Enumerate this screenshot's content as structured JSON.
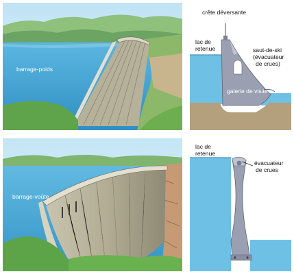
{
  "colors": {
    "sky": "#d3ecf8",
    "water": "#3c9fcf",
    "hills": "#6aa66a",
    "concrete": "#a9a48f",
    "schematic_water": "#6ec0e4",
    "schematic_dam": "#9aa0b2",
    "ground": "#b4a07c"
  },
  "top_left": {
    "label": "barrage-poids"
  },
  "top_right": {
    "crest_label": "crête déversante",
    "reservoir_label_line1": "lac de",
    "reservoir_label_line2": "retenue",
    "ski_jump_line1": "saut-de-ski",
    "ski_jump_line2": "(évacuateur",
    "ski_jump_line3": "de crues)",
    "gallery_label": "galerie de visite"
  },
  "bottom_left": {
    "label": "barrage-voûte"
  },
  "bottom_right": {
    "reservoir_label_line1": "lac de",
    "reservoir_label_line2": "retenue",
    "spillway_line1": "évacuateur",
    "spillway_line2": "de crues"
  }
}
